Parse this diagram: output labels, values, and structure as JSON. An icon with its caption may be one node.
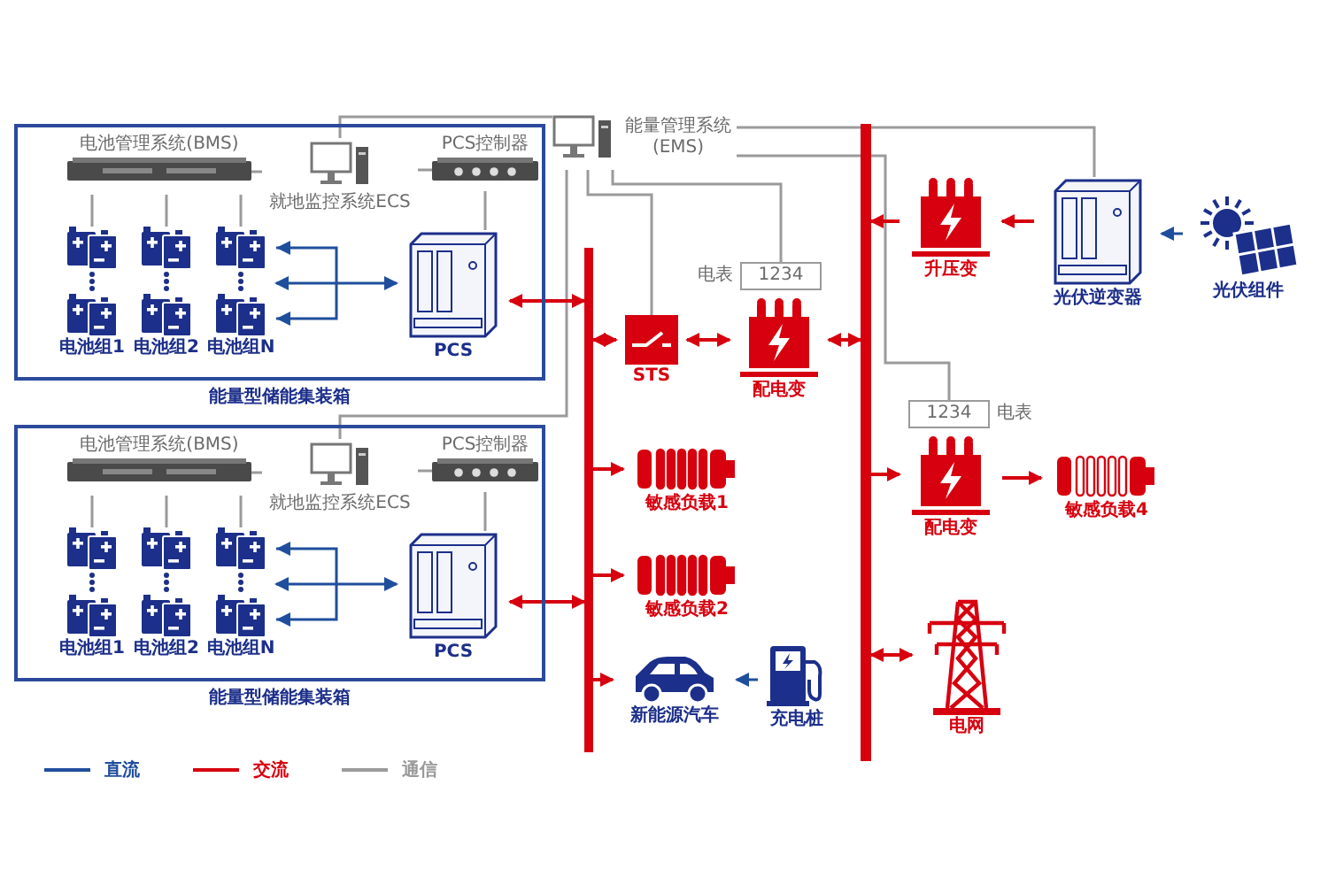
{
  "diagram": {
    "nodes": [
      {
        "text": [
          "能量型储能集装箱"
        ]
      },
      {
        "text": [
          "电池管理系统(BMS)"
        ],
        "in": 0
      },
      {
        "text": [
          "就地监控系统ECS"
        ],
        "in": 0
      },
      {
        "text": [
          "PCS控制器"
        ],
        "in": 0
      },
      {
        "text": [
          "电池组1"
        ],
        "in": 0
      },
      {
        "text": [
          "电池组2"
        ],
        "in": 0
      },
      {
        "text": [
          "电池组N"
        ],
        "in": 0
      },
      {
        "text": [
          "PCS"
        ],
        "in": 0
      },
      {
        "text": [
          "能量型储能集装箱"
        ]
      },
      {
        "text": [
          "电池管理系统(BMS)"
        ],
        "in": 8
      },
      {
        "text": [
          "就地监控系统ECS"
        ],
        "in": 8
      },
      {
        "text": [
          "PCS控制器"
        ],
        "in": 8
      },
      {
        "text": [
          "电池组1"
        ],
        "in": 8
      },
      {
        "text": [
          "电池组2"
        ],
        "in": 8
      },
      {
        "text": [
          "电池组N"
        ],
        "in": 8
      },
      {
        "text": [
          "PCS"
        ],
        "in": 8
      },
      {
        "text": [
          "能量管理系统 (EMS)"
        ]
      },
      {
        "text": [],
        "shape": "bar"
      },
      {
        "text": [
          "STS"
        ]
      },
      {
        "text": [
          "1234"
        ],
        "beside": [
          "电表"
        ]
      },
      {
        "text": [
          "配电变"
        ]
      },
      {
        "text": [],
        "shape": "bar"
      },
      {
        "text": [
          "敏感负载1"
        ]
      },
      {
        "text": [
          "敏感负载2"
        ]
      },
      {
        "text": [
          "新能源汽车"
        ]
      },
      {
        "text": [
          "充电桩"
        ]
      },
      {
        "text": [
          "升压变"
        ]
      },
      {
        "text": [
          "光伏逆变器"
        ]
      },
      {
        "text": [
          "光伏组件"
        ]
      },
      {
        "text": [
          "1234"
        ],
        "beside": [
          "电表"
        ]
      },
      {
        "text": [
          "配电变"
        ]
      },
      {
        "text": [
          "敏感负载4"
        ]
      },
      {
        "text": [
          "电网"
        ]
      }
    ],
    "edges": [
      {
        "from": 1,
        "to": 4,
        "arrow": "none"
      },
      {
        "from": 1,
        "to": 5,
        "arrow": "none"
      },
      {
        "from": 1,
        "to": 6,
        "arrow": "none"
      },
      {
        "from": 1,
        "to": 2,
        "arrow": "none"
      },
      {
        "from": 2,
        "to": 3,
        "arrow": "none"
      },
      {
        "from": 3,
        "to": 7,
        "arrow": "none"
      },
      {
        "from": 7,
        "to": 6,
        "arrow": "both",
        "color": "#1f4e9c"
      },
      {
        "from": 9,
        "to": 12,
        "arrow": "none"
      },
      {
        "from": 9,
        "to": 13,
        "arrow": "none"
      },
      {
        "from": 9,
        "to": 14,
        "arrow": "none"
      },
      {
        "from": 9,
        "to": 10,
        "arrow": "none"
      },
      {
        "from": 10,
        "to": 11,
        "arrow": "none"
      },
      {
        "from": 11,
        "to": 15,
        "arrow": "none"
      },
      {
        "from": 15,
        "to": 14,
        "arrow": "both",
        "color": "#1f4e9c"
      },
      {
        "from": 2,
        "to": 16,
        "arrow": "none"
      },
      {
        "from": 10,
        "to": 16,
        "arrow": "none"
      },
      {
        "from": 16,
        "to": 18,
        "arrow": "none"
      },
      {
        "from": 16,
        "to": 19,
        "arrow": "none"
      },
      {
        "from": 16,
        "to": 29,
        "arrow": "none"
      },
      {
        "from": 16,
        "to": 27,
        "arrow": "none"
      },
      {
        "from": 7,
        "to": 17,
        "arrow": "both",
        "color": "#d7000f"
      },
      {
        "from": 15,
        "to": 17,
        "arrow": "both",
        "color": "#d7000f"
      },
      {
        "from": 17,
        "to": 18,
        "arrow": "both",
        "color": "#d7000f"
      },
      {
        "from": 18,
        "to": 20,
        "arrow": "both",
        "color": "#d7000f"
      },
      {
        "from": 20,
        "to": 21,
        "arrow": "both",
        "color": "#d7000f"
      },
      {
        "from": 17,
        "to": 22,
        "arrow": "to",
        "color": "#d7000f"
      },
      {
        "from": 17,
        "to": 23,
        "arrow": "to",
        "color": "#d7000f"
      },
      {
        "from": 17,
        "to": 24,
        "arrow": "to",
        "color": "#d7000f"
      },
      {
        "from": 25,
        "to": 24,
        "arrow": "to",
        "color": "#1f4e9c"
      },
      {
        "from": 26,
        "to": 21,
        "arrow": "to",
        "color": "#d7000f"
      },
      {
        "from": 27,
        "to": 26,
        "arrow": "to",
        "color": "#d7000f"
      },
      {
        "from": 28,
        "to": 27,
        "arrow": "to",
        "color": "#1f4e9c"
      },
      {
        "from": 21,
        "to": 30,
        "arrow": "to",
        "color": "#d7000f"
      },
      {
        "from": 30,
        "to": 31,
        "arrow": "to",
        "color": "#d7000f"
      },
      {
        "from": 21,
        "to": 32,
        "arrow": "both",
        "color": "#d7000f"
      }
    ],
    "legend": [
      {
        "text": "直流"
      },
      {
        "text": "交流"
      },
      {
        "text": "通信"
      }
    ]
  }
}
